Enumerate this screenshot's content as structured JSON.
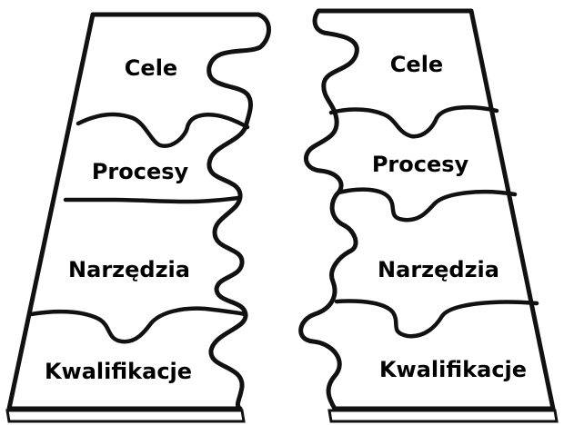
{
  "left_stack": {
    "pieces": [
      {
        "label": "Cele"
      },
      {
        "label": "Procesy"
      },
      {
        "label": "Narzędzia"
      },
      {
        "label": "Kwalifikacje"
      }
    ]
  },
  "right_stack": {
    "pieces": [
      {
        "label": "Cele"
      },
      {
        "label": "Procesy"
      },
      {
        "label": "Narzędzia"
      },
      {
        "label": "Kwalifikacje"
      }
    ]
  },
  "colors": {
    "line": "#111111",
    "fill": "#ffffff",
    "text": "#000000"
  }
}
